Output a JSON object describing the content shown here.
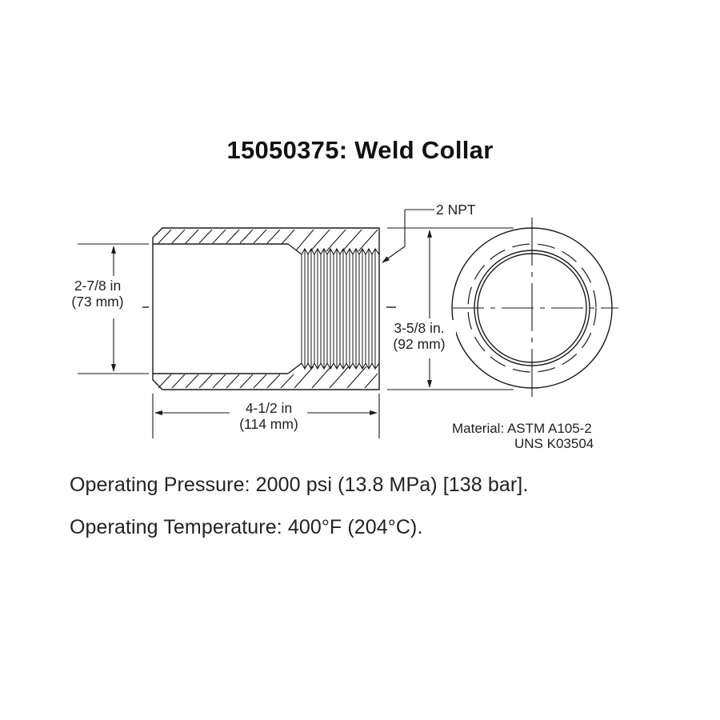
{
  "title": "15050375:  Weld Collar",
  "part_number": "15050375",
  "part_name": "Weld Collar",
  "dimensions": {
    "bore_diameter": {
      "imperial": "2-7/8 in",
      "metric": "(73 mm)"
    },
    "outer_diameter": {
      "imperial": "3-5/8 in.",
      "metric": "(92 mm)"
    },
    "length": {
      "imperial": "4-1/2 in",
      "metric": "(114 mm)"
    },
    "thread_callout": "2 NPT"
  },
  "material": {
    "line1": "Material: ASTM  A105-2",
    "line2": "UNS   K03504"
  },
  "specs": {
    "pressure": "Operating Pressure:  2000 psi (13.8 MPa) [138 bar].",
    "temperature": "Operating Temperature:  400°F (204°C)."
  },
  "colors": {
    "line": "#1a1a1a",
    "background": "#ffffff"
  }
}
